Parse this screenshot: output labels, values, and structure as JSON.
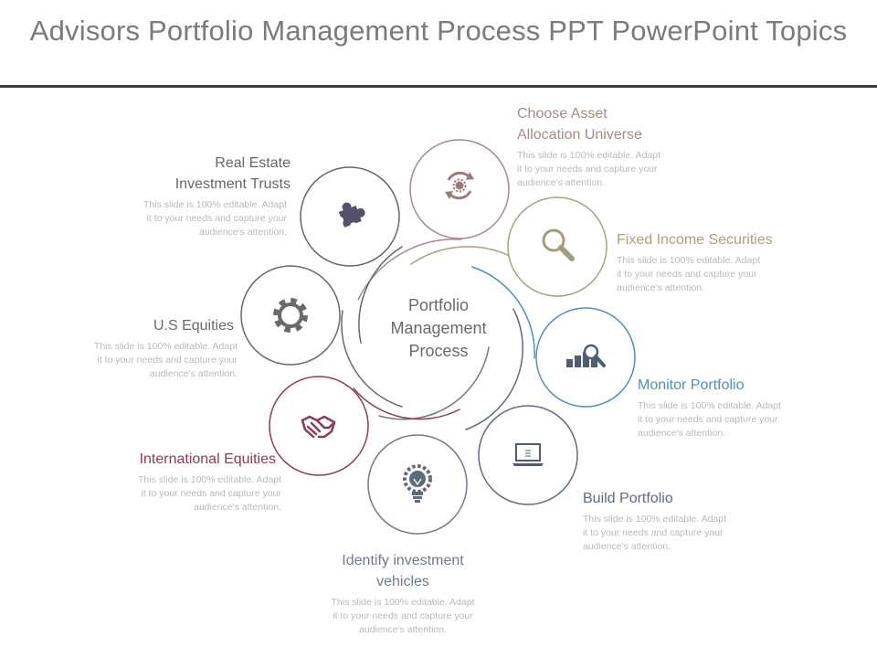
{
  "title": "Advisors Portfolio Management Process PPT PowerPoint Topics",
  "center": {
    "line1": "Portfolio",
    "line2": "Management",
    "line3": "Process"
  },
  "colors": {
    "title": "#7b7b7b",
    "rule": "#3c3c3c",
    "choose_asset": "#a88a86",
    "fixed_income": "#a9a07d",
    "monitor": "#4e8fb8",
    "build": "#5e6b7c",
    "identify": "#6e7a8a",
    "international": "#8d3c52",
    "us_equities": "#696969",
    "real_estate": "#666666",
    "description": "#b9b9b9"
  },
  "items": {
    "choose_asset": {
      "title_line1": "Choose Asset",
      "title_line2": "Allocation Universe",
      "desc_line1": "This slide is 100% editable. Adapt",
      "desc_line2": "it to your needs and capture your",
      "desc_line3": "audience's attention.",
      "icon": "refresh-gear-icon"
    },
    "fixed_income": {
      "title_line1": "Fixed Income Securities",
      "desc_line1": "This slide is 100% editable. Adapt",
      "desc_line2": "it to your needs and capture your",
      "desc_line3": "audience's attention.",
      "icon": "magnifier-icon"
    },
    "monitor": {
      "title_line1": "Monitor Portfolio",
      "desc_line1": "This slide is 100% editable. Adapt",
      "desc_line2": "it to your needs and capture your",
      "desc_line3": "audience's attention.",
      "icon": "bar-chart-magnifier-icon"
    },
    "build": {
      "title_line1": "Build Portfolio",
      "desc_line1": "This slide is 100% editable. Adapt",
      "desc_line2": "it to your needs and capture your",
      "desc_line3": "audience's attention.",
      "icon": "laptop-icon"
    },
    "identify": {
      "title_line1": "Identify investment",
      "title_line2": "vehicles",
      "desc_line1": "This slide is 100% editable. Adapt",
      "desc_line2": "it to your needs and capture your",
      "desc_line3": "audience's attention.",
      "icon": "lightbulb-gear-icon"
    },
    "international": {
      "title_line1": "International Equities",
      "desc_line1": "This slide is 100% editable. Adapt",
      "desc_line2": "it to your needs and capture your",
      "desc_line3": "audience's attention.",
      "icon": "handshake-icon"
    },
    "us_equities": {
      "title_line1": "U.S Equities",
      "desc_line1": "This slide is 100% editable. Adapt",
      "desc_line2": "it to your needs and capture your",
      "desc_line3": "audience's attention.",
      "icon": "gear-icon"
    },
    "real_estate": {
      "title_line1": "Real Estate",
      "title_line2": "Investment Trusts",
      "desc_line1": "This slide is 100% editable. Adapt",
      "desc_line2": "it to your needs and capture your",
      "desc_line3": "audience's attention.",
      "icon": "puzzle-icon"
    }
  }
}
